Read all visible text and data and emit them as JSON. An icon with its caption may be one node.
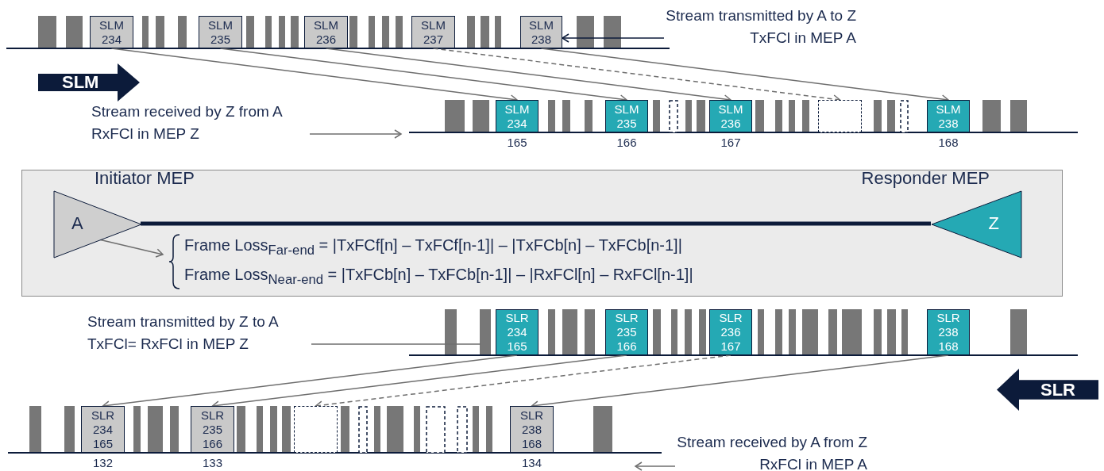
{
  "diagram": {
    "nodes": [
      {
        "text": [
          "SLM 234"
        ]
      },
      {
        "text": [
          "SLM 235"
        ]
      },
      {
        "text": [
          "SLM 236"
        ]
      },
      {
        "text": [
          "SLM 237"
        ]
      },
      {
        "text": [
          "SLM 238"
        ]
      },
      {
        "text": [
          "Stream transmitted by A to Z",
          "TxFCl in MEP A"
        ]
      },
      {
        "text": [
          "SLM"
        ]
      },
      {
        "text": [
          "SLM 234"
        ],
        "beside": [
          "165"
        ]
      },
      {
        "text": [
          "SLM 235"
        ],
        "beside": [
          "166"
        ]
      },
      {
        "text": [
          "SLM 236"
        ],
        "beside": [
          "167"
        ]
      },
      {
        "text": [],
        "shape": "box"
      },
      {
        "text": [
          "SLM 238"
        ],
        "beside": [
          "168"
        ]
      },
      {
        "text": [
          "Stream received by Z from A",
          "RxFCl in MEP Z"
        ]
      },
      {
        "text": [],
        "shape": "box"
      },
      {
        "text": [
          "Initiator MEP",
          "A"
        ],
        "in": 13
      },
      {
        "text": [
          "Responder MEP",
          "Z"
        ],
        "in": 13
      },
      {
        "text": [
          "Frame Loss$_{Far-end}$ = |TxFCf[n] – TxFCf[n-1]| – |TxFCb[n] – TxFCb[n-1]|",
          "Frame Loss$_{Near-end}$ =  |TxFCb[n] – TxFCb[n-1]| – |RxFCl[n] – RxFCl[n-1]|"
        ],
        "in": 13
      },
      {
        "text": [
          "Stream transmitted by Z to A",
          "TxFCl= RxFCl in MEP Z"
        ]
      },
      {
        "text": [
          "SLR 234 165"
        ]
      },
      {
        "text": [
          "SLR 235 166"
        ]
      },
      {
        "text": [
          "SLR 236 167"
        ]
      },
      {
        "text": [
          "SLR 238 168"
        ]
      },
      {
        "text": [
          "SLR"
        ]
      },
      {
        "text": [
          "SLR 234 165"
        ],
        "beside": [
          "132"
        ]
      },
      {
        "text": [
          "SLR 235 166"
        ],
        "beside": [
          "133"
        ]
      },
      {
        "text": [],
        "shape": "box"
      },
      {
        "text": [
          "SLR 238 168"
        ],
        "beside": [
          "134"
        ]
      },
      {
        "text": [
          "Stream received by A from Z",
          "RxFCl in MEP A"
        ]
      }
    ],
    "edges": [
      {
        "from": 0,
        "to": 7,
        "arrow": "to"
      },
      {
        "from": 1,
        "to": 8,
        "arrow": "to"
      },
      {
        "from": 2,
        "to": 9,
        "arrow": "to"
      },
      {
        "from": 3,
        "to": 10,
        "arrow": "to",
        "style": "dashed"
      },
      {
        "from": 4,
        "to": 11,
        "arrow": "to"
      },
      {
        "from": 5,
        "to": 4,
        "arrow": "to",
        "color": "#0c1b3a"
      },
      {
        "from": 12,
        "to": null,
        "arrow": "to"
      },
      {
        "from": 14,
        "to": 15,
        "arrow": "none",
        "style": "thick",
        "color": "#0c1b3a"
      },
      {
        "from": 14,
        "to": 16,
        "arrow": "to"
      },
      {
        "from": 18,
        "to": 23,
        "arrow": "to"
      },
      {
        "from": 19,
        "to": 24,
        "arrow": "to"
      },
      {
        "from": 20,
        "to": 25,
        "arrow": "to",
        "style": "dashed"
      },
      {
        "from": 21,
        "to": 26,
        "arrow": "to"
      },
      {
        "from": 17,
        "to": null,
        "arrow": "none"
      },
      {
        "from": 27,
        "to": null,
        "arrow": "to"
      }
    ]
  }
}
